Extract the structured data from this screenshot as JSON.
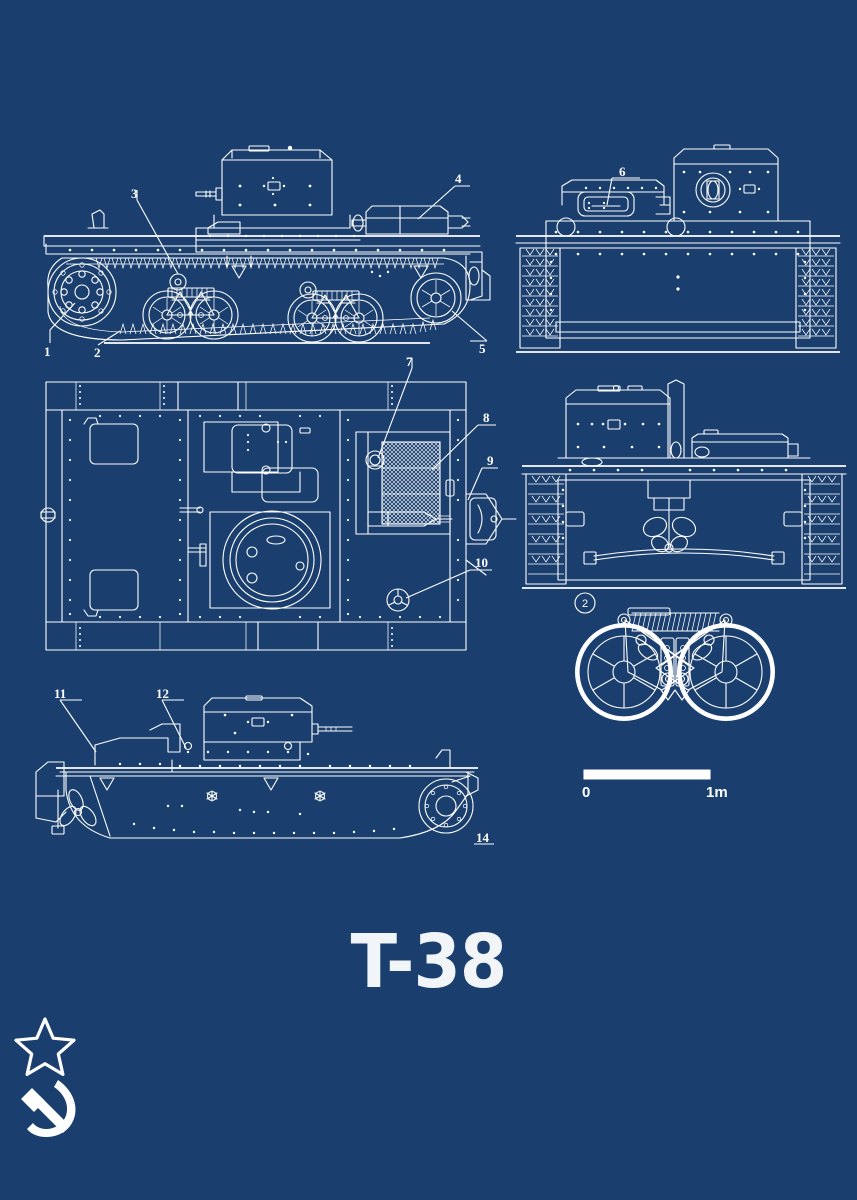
{
  "poster": {
    "title": "T-38",
    "background_color": "#1a3f6e",
    "line_color": "#ffffff",
    "subject": "Soviet T-38 amphibious light tank blueprint"
  },
  "emblem": {
    "star_name": "soviet-star",
    "hammer_sickle_name": "hammer-and-sickle"
  },
  "scale_bar": {
    "start_label": "0",
    "end_label": "1m"
  },
  "detail_marker": {
    "label": "2"
  },
  "views": [
    {
      "id": "side-view",
      "name": "left-side-elevation",
      "callouts": [
        {
          "id": "1",
          "label": "1"
        },
        {
          "id": "2",
          "label": "2"
        },
        {
          "id": "3",
          "label": "3"
        },
        {
          "id": "4",
          "label": "4"
        },
        {
          "id": "5",
          "label": "5"
        }
      ]
    },
    {
      "id": "front-view",
      "name": "front-elevation",
      "callouts": [
        {
          "id": "6",
          "label": "6"
        }
      ]
    },
    {
      "id": "plan-view",
      "name": "top-plan",
      "callouts": [
        {
          "id": "7",
          "label": "7"
        },
        {
          "id": "8",
          "label": "8"
        },
        {
          "id": "9",
          "label": "9"
        },
        {
          "id": "10",
          "label": "10"
        }
      ]
    },
    {
      "id": "rear-view",
      "name": "rear-elevation",
      "callouts": []
    },
    {
      "id": "hull-view",
      "name": "hull-side-elevation",
      "callouts": [
        {
          "id": "11",
          "label": "11"
        },
        {
          "id": "12",
          "label": "12"
        },
        {
          "id": "14",
          "label": "14"
        }
      ]
    },
    {
      "id": "bogie-detail",
      "name": "suspension-bogie-detail",
      "callouts": []
    }
  ],
  "callout_labels": {
    "c1": "1",
    "c2": "2",
    "c3": "3",
    "c4": "4",
    "c5": "5",
    "c6": "6",
    "c7": "7",
    "c8": "8",
    "c9": "9",
    "c10": "10",
    "c11": "11",
    "c12": "12",
    "c14": "14"
  }
}
